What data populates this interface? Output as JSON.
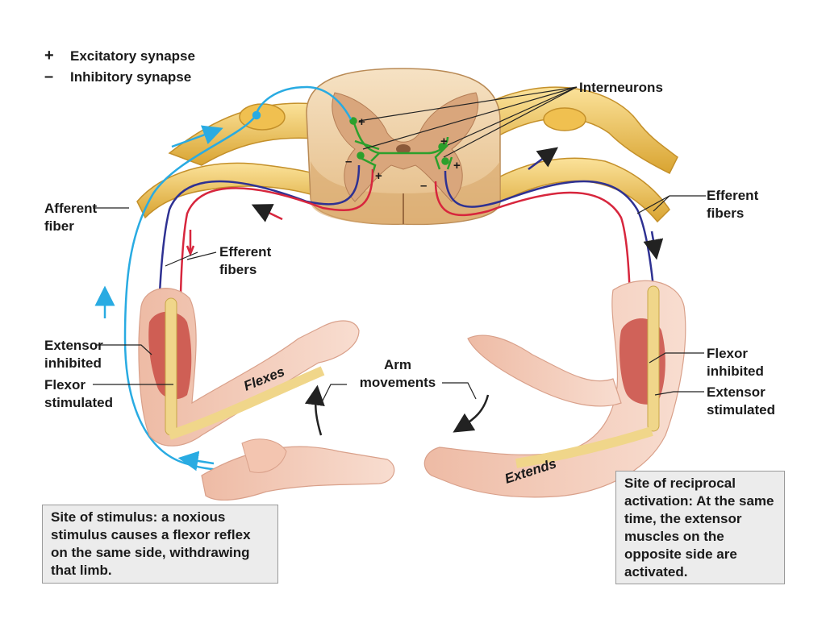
{
  "legend": {
    "excitatory_symbol": "+",
    "excitatory_label": "Excitatory synapse",
    "inhibitory_symbol": "–",
    "inhibitory_label": "Inhibitory synapse"
  },
  "labels": {
    "interneurons": "Interneurons",
    "afferent_fiber_1": "Afferent",
    "afferent_fiber_2": "fiber",
    "efferent_left_1": "Efferent",
    "efferent_left_2": "fibers",
    "efferent_right_1": "Efferent",
    "efferent_right_2": "fibers",
    "extensor_inhibited_1": "Extensor",
    "extensor_inhibited_2": "inhibited",
    "flexor_stimulated_1": "Flexor",
    "flexor_stimulated_2": "stimulated",
    "flexor_inhibited_1": "Flexor",
    "flexor_inhibited_2": "inhibited",
    "extensor_stimulated_1": "Extensor",
    "extensor_stimulated_2": "stimulated",
    "arm_movements_1": "Arm",
    "arm_movements_2": "movements",
    "flexes": "Flexes",
    "extends": "Extends"
  },
  "synapse_signs": {
    "plus": "+",
    "minus": "–"
  },
  "stimulus_box": {
    "heading": "Site of stimulus:",
    "text_1": " a noxious stimulus causes a ",
    "highlight": "flexor reflex",
    "text_2": " on the same side, withdrawing that limb."
  },
  "reciprocal_box": {
    "heading": "Site of reciprocal activation:",
    "text": " At the same time, the extensor muscles on the opposite side are activated."
  },
  "colors": {
    "afferent": "#29abe2",
    "efferent_red": "#d7263d",
    "efferent_blue": "#2e3192",
    "interneuron": "#2ca02c",
    "nerve": "#f3c866",
    "cord": "#f2d7b0",
    "grey_matter": "#d6a67a",
    "skin": "#f6d2bf",
    "muscle": "#c94d45"
  }
}
